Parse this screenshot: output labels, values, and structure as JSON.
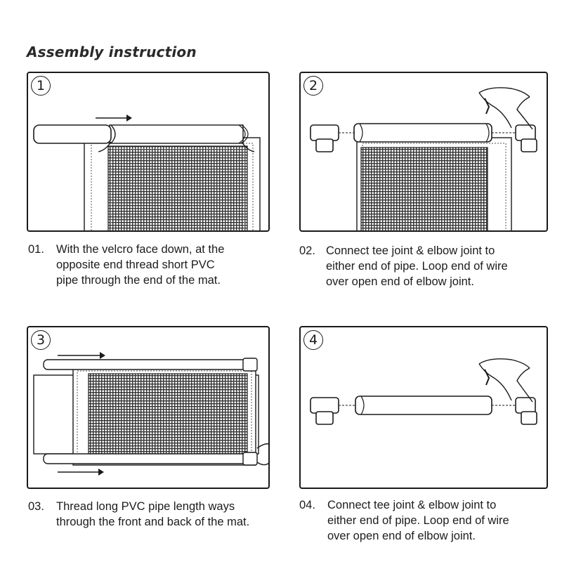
{
  "title": "Assembly instruction",
  "steps": [
    {
      "circle": "1",
      "number": "01.",
      "text": "With the velcro face down, at the\nopposite end thread short PVC\npipe through the end of the mat."
    },
    {
      "circle": "2",
      "number": "02.",
      "text": "Connect tee joint & elbow joint to\neither end of pipe. Loop end of wire\nover open end of elbow joint."
    },
    {
      "circle": "3",
      "number": "03.",
      "text": "Thread long PVC pipe length ways\nthrough the front and back of the mat."
    },
    {
      "circle": "4",
      "number": "04.",
      "text": "Connect tee joint & elbow joint to\neither end of pipe. Loop end of wire\nover open end of elbow joint."
    }
  ],
  "colors": {
    "ink": "#1a1a1a",
    "mesh": "#3a3a3a",
    "paper": "#ffffff"
  },
  "icons": [
    "arrow-right-icon",
    "pvc-pipe",
    "tee-joint",
    "elbow-joint",
    "wire-hook",
    "mesh-mat"
  ]
}
